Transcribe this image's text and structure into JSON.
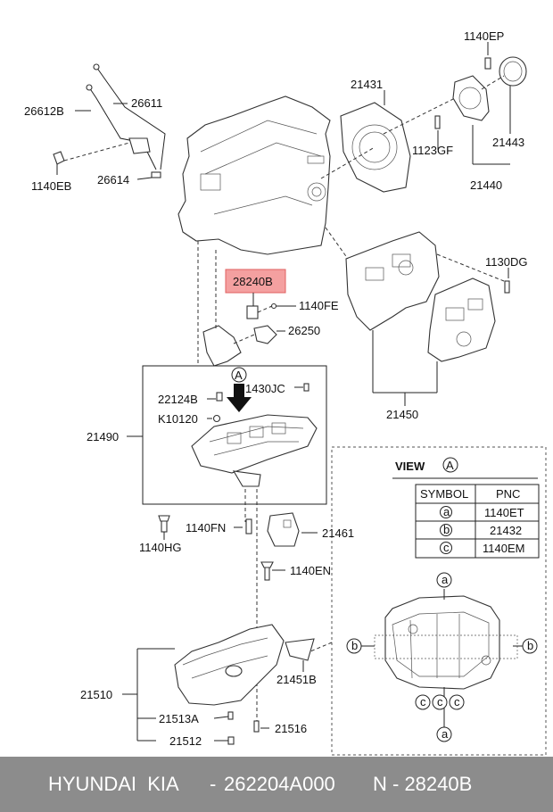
{
  "labels": {
    "p1140EP": "1140EP",
    "p21431": "21431",
    "p26612B": "26612B",
    "p26611": "26611",
    "p1123GF": "1123GF",
    "p21443": "21443",
    "p1140EB": "1140EB",
    "p26614": "26614",
    "p21440": "21440",
    "p1130DG": "1130DG",
    "p28240B": "28240B",
    "p1140FE": "1140FE",
    "p26250": "26250",
    "p21450": "21450",
    "viewA": "A",
    "p22124B": "22124B",
    "p1430JC": "1430JC",
    "pK10120": "K10120",
    "p21490": "21490",
    "p1140FN": "1140FN",
    "p21461": "21461",
    "p1140HG": "1140HG",
    "p1140EN": "1140EN",
    "p21510": "21510",
    "p21451B": "21451B",
    "p21513A": "21513A",
    "p21516": "21516",
    "p21512": "21512"
  },
  "view_table": {
    "title": "VIEW",
    "title_circle": "A",
    "headers": [
      "SYMBOL",
      "PNC"
    ],
    "rows": [
      {
        "symbol": "a",
        "pnc": "1140ET"
      },
      {
        "symbol": "b",
        "pnc": "21432"
      },
      {
        "symbol": "c",
        "pnc": "1140EM"
      }
    ]
  },
  "callouts": {
    "top": "a",
    "left": "b",
    "right": "b",
    "c1": "c",
    "c2": "c",
    "c3": "c",
    "bottom": "a"
  },
  "colors": {
    "highlight_fill": "#f4a0a0",
    "highlight_stroke": "#e06060",
    "footer_bg": "#8c8c8c"
  },
  "footer": {
    "brand": "HYUNDAI  KIA",
    "part_number": "262204A000",
    "pnc": "N - 28240B"
  }
}
